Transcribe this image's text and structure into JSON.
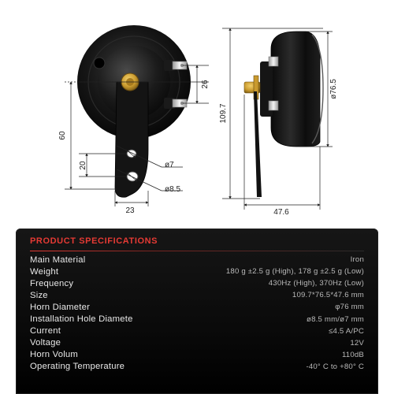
{
  "drawing": {
    "dims": {
      "terminal_spacing": "26",
      "overall_height": "109.7",
      "body_diameter": "ø76.5",
      "bracket_height": "60",
      "hole_spacing": "20",
      "small_hole": "ø7",
      "large_hole": "ø8.5",
      "bracket_width": "23",
      "depth": "47.6"
    }
  },
  "specs": {
    "title": "PRODUCT SPECIFICATIONS",
    "rows": [
      {
        "label": "Main Material",
        "value": "Iron"
      },
      {
        "label": "Weight",
        "value": "180 g ±2.5 g (High), 178 g ±2.5 g (Low)"
      },
      {
        "label": "Frequency",
        "value": "430Hz (High), 370Hz (Low)"
      },
      {
        "label": "Size",
        "value": "109.7*76.5*47.6 mm"
      },
      {
        "label": "Horn Diameter",
        "value": "φ76 mm"
      },
      {
        "label": "Installation Hole Diamete",
        "value": "ø8.5 mm/ø7 mm"
      },
      {
        "label": "Current",
        "value": "≤4.5 A/PC"
      },
      {
        "label": "Voltage",
        "value": "12V"
      },
      {
        "label": "Horn Volum",
        "value": "110dB"
      },
      {
        "label": "Operating Temperature",
        "value": "-40° C to +80° C"
      }
    ]
  },
  "colors": {
    "accent": "#e53a34",
    "panel_bg": "#0a0a0a",
    "horn_body": "#111111",
    "brass_bolt": "#c99a2e"
  }
}
